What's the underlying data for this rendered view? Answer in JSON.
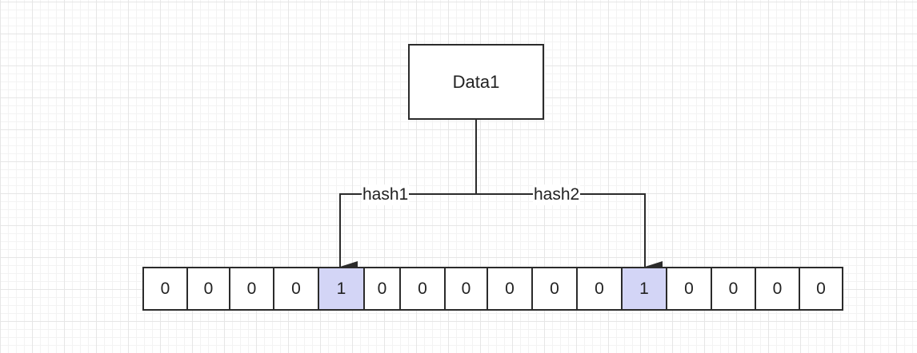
{
  "data_node": {
    "label": "Data1"
  },
  "hash_functions": [
    {
      "label": "hash1",
      "target_index": 4
    },
    {
      "label": "hash2",
      "target_index": 11
    }
  ],
  "bit_array": {
    "bits": [
      "0",
      "0",
      "0",
      "0",
      "1",
      "0",
      "0",
      "0",
      "0",
      "0",
      "0",
      "1",
      "0",
      "0",
      "0",
      "0"
    ]
  },
  "colors": {
    "stroke": "#2b2b2b",
    "set_bit_fill": "#d3d5f6",
    "cell_fill": "#ffffff"
  }
}
